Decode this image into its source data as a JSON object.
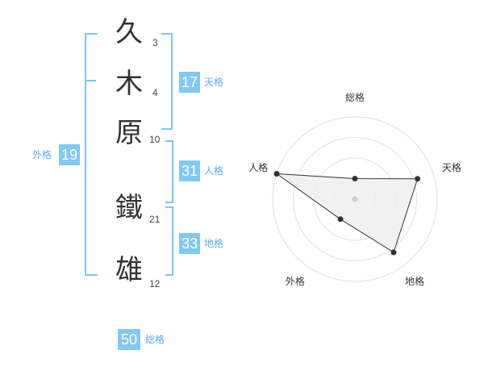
{
  "name": {
    "chars": [
      {
        "char": "久",
        "strokes": "3"
      },
      {
        "char": "木",
        "strokes": "4"
      },
      {
        "char": "原",
        "strokes": "10"
      },
      {
        "char": "鐵",
        "strokes": "21"
      },
      {
        "char": "雄",
        "strokes": "12"
      }
    ]
  },
  "kakusu": {
    "tenkaku": {
      "value": "17",
      "label": "天格"
    },
    "jinkaku": {
      "value": "31",
      "label": "人格"
    },
    "chikaku": {
      "value": "33",
      "label": "地格"
    },
    "gaikaku": {
      "value": "19",
      "label": "外格"
    },
    "soukaku": {
      "value": "50",
      "label": "総格"
    }
  },
  "colors": {
    "accent": "#82c8f4",
    "bracket": "#7ec4f0",
    "label": "#5aaee8"
  },
  "chart_data": {
    "type": "radar",
    "axes": [
      "総格",
      "天格",
      "地格",
      "外格",
      "人格"
    ],
    "values": [
      0.25,
      0.8,
      0.8,
      0.3,
      1.0
    ],
    "range": [
      0,
      1
    ],
    "rings": 4
  }
}
